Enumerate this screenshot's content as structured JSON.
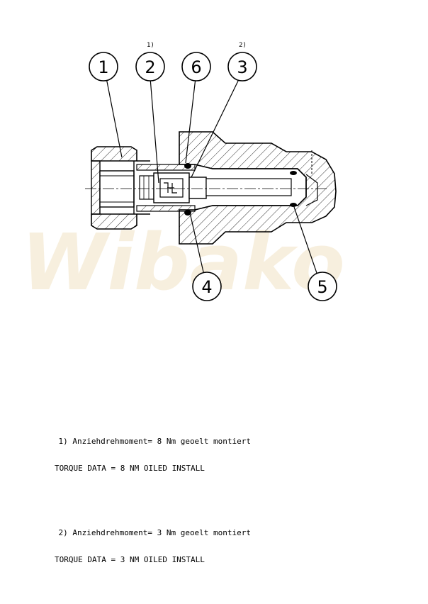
{
  "watermark": "Wibako",
  "callouts": [
    {
      "id": "1",
      "label": "1"
    },
    {
      "id": "2",
      "label": "2"
    },
    {
      "id": "6",
      "label": "6"
    },
    {
      "id": "3",
      "label": "3"
    },
    {
      "id": "4",
      "label": "4"
    },
    {
      "id": "5",
      "label": "5"
    }
  ],
  "refs": {
    "r1": "1)",
    "r2": "2)"
  },
  "notes": [
    {
      "marker": "1)",
      "de": "Anziehdrehmoment= 8 Nm geoelt montiert",
      "en": "TORQUE DATA = 8 NM OILED INSTALL"
    },
    {
      "marker": "2)",
      "de": "Anziehdrehmoment= 3 Nm geoelt montiert",
      "en": "TORQUE DATA = 3 NM OILED INSTALL"
    }
  ]
}
